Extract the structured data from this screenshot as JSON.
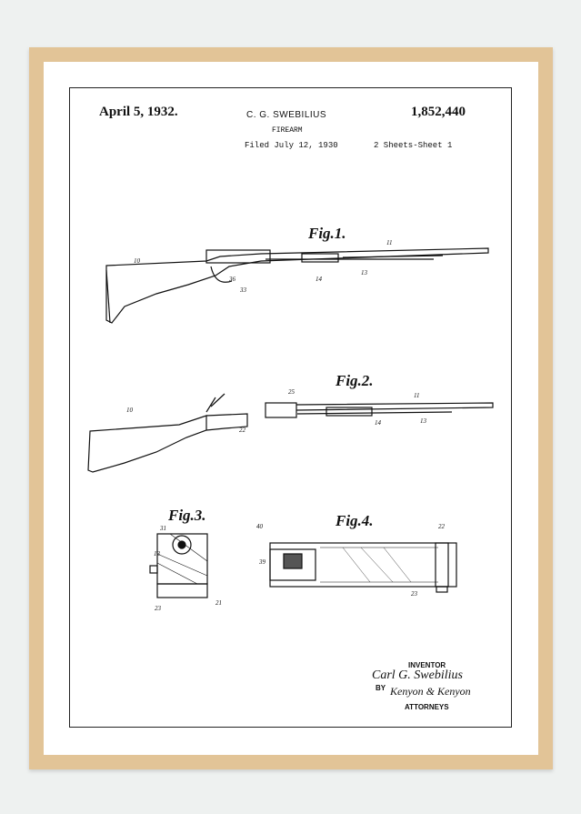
{
  "header": {
    "date": "April 5, 1932.",
    "inventor_name": "C. G. SWEBILIUS",
    "patent_number": "1,852,440",
    "title": "FIREARM",
    "filed": "Filed July 12, 1930",
    "sheets": "2 Sheets-Sheet 1"
  },
  "figures": [
    "Fig.1.",
    "Fig.2.",
    "Fig.3.",
    "Fig.4."
  ],
  "signature": {
    "inventor_label": "INVENTOR",
    "inventor_signature": "Carl G. Swebilius",
    "by_label": "BY",
    "attorney_signature": "Kenyon & Kenyon",
    "attorneys_label": "ATTORNEYS"
  },
  "colors": {
    "frame": "#e2c497",
    "mat": "#ffffff",
    "wall": "#eef1f0"
  }
}
